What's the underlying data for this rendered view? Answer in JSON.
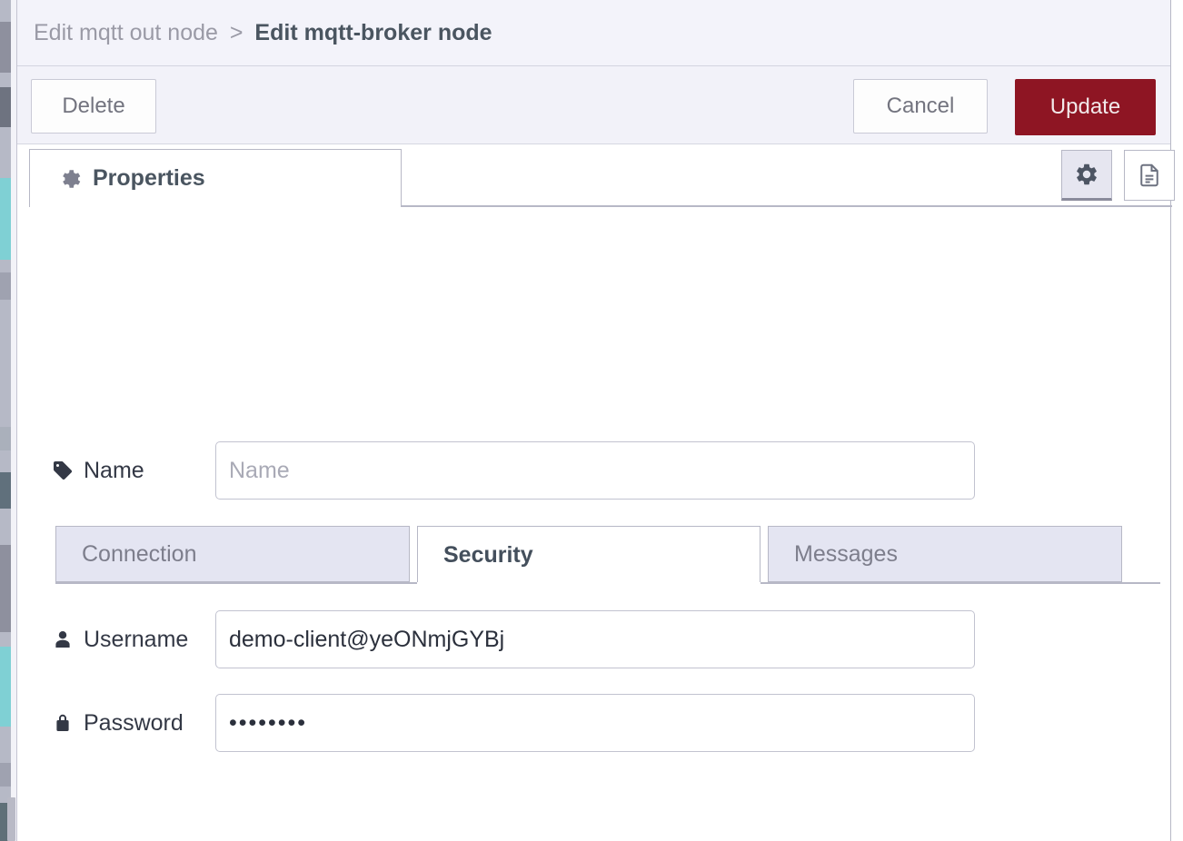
{
  "breadcrumb": {
    "parent": "Edit mqtt out node",
    "separator": ">",
    "current": "Edit mqtt-broker node"
  },
  "toolbar": {
    "delete_label": "Delete",
    "cancel_label": "Cancel",
    "update_label": "Update"
  },
  "tabs": {
    "properties_label": "Properties",
    "tools": [
      {
        "name": "gear-icon",
        "active": true
      },
      {
        "name": "description-icon",
        "active": false
      }
    ]
  },
  "form": {
    "name": {
      "label": "Name",
      "icon": "tag-icon",
      "value": "",
      "placeholder": "Name"
    },
    "username": {
      "label": "Username",
      "icon": "user-icon",
      "value": "demo-client@yeONmjGYBj",
      "placeholder": ""
    },
    "password": {
      "label": "Password",
      "icon": "lock-icon",
      "value": "••••••••",
      "placeholder": ""
    }
  },
  "subtabs": [
    {
      "label": "Connection",
      "active": false
    },
    {
      "label": "Security",
      "active": true
    },
    {
      "label": "Messages",
      "active": false
    }
  ],
  "colors": {
    "update_button": "#8e1523",
    "header_bg": "#f3f3fa",
    "tab_border": "#b7b8c6",
    "inactive_tab_bg": "#e4e5f2",
    "text_primary": "#333845",
    "text_muted": "#9a9aa6"
  }
}
